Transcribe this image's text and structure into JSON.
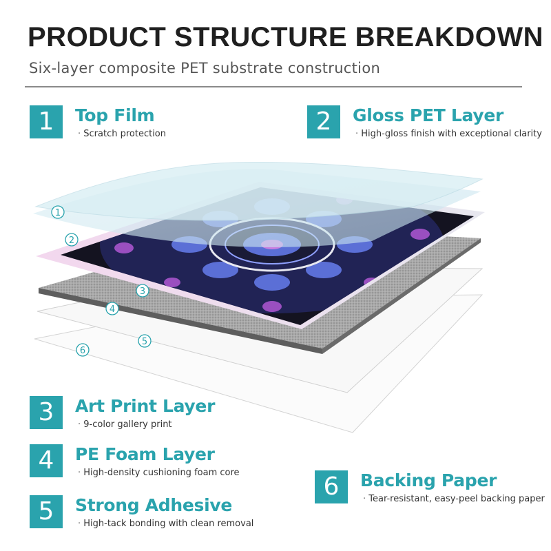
{
  "header": {
    "title": "PRODUCT STRUCTURE BREAKDOWN",
    "subtitle": "Six-layer composite PET substrate construction"
  },
  "layers": [
    {
      "number": "1",
      "name": "Top Film",
      "description": "Scratch protection"
    },
    {
      "number": "2",
      "name": "Gloss PET Layer",
      "description": "High-gloss finish with exceptional clarity"
    },
    {
      "number": "3",
      "name": "Art Print Layer",
      "description": "9-color gallery print"
    },
    {
      "number": "4",
      "name": "PE Foam Layer",
      "description": "High-density cushioning foam core"
    },
    {
      "number": "5",
      "name": "Strong Adhesive",
      "description": "High-tack bonding with clean removal"
    },
    {
      "number": "6",
      "name": "Backing Paper",
      "description": "Tear-resistant, easy-peel backing paper"
    }
  ],
  "diagram_markers": [
    "1",
    "2",
    "3",
    "4",
    "5",
    "6"
  ],
  "colors": {
    "accent": "#2aa3ad",
    "print_background": "#141320",
    "print_blue": "#5b6fd6",
    "print_purple": "#9a4fc0",
    "foam": "#8d8d8d"
  }
}
